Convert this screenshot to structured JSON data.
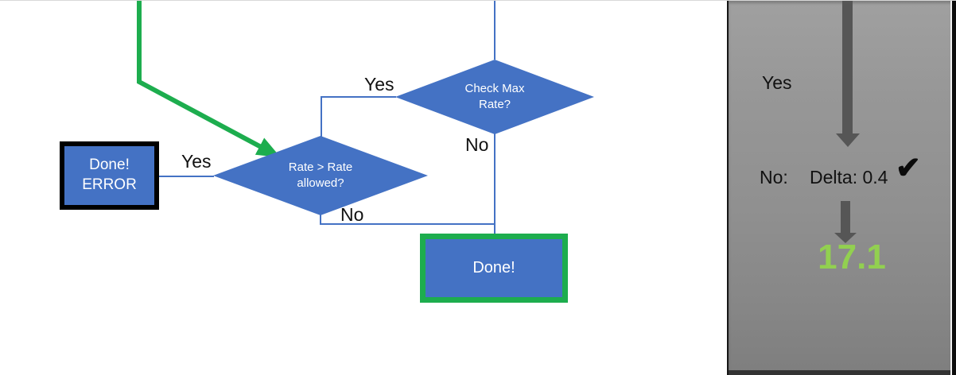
{
  "flowchart": {
    "nodes": {
      "check_max": {
        "label": "Check Max\nRate?"
      },
      "rate_allowed": {
        "label": "Rate > Rate\nallowed?"
      },
      "done_error": {
        "label": "Done!\nERROR"
      },
      "done": {
        "label": "Done!"
      }
    },
    "edge_labels": {
      "check_max_yes": "Yes",
      "check_max_no": "No",
      "rate_yes": "Yes",
      "rate_no": "No"
    }
  },
  "side_panel": {
    "yes_label": "Yes",
    "no_label": "No:",
    "delta_value": "Delta: 0.4",
    "check_icon": "✔",
    "result_value": "17.1"
  },
  "colors": {
    "shape_blue": "#4472C4",
    "flow_green": "#1DAD4E",
    "result_green": "#92D050",
    "arrow_gray": "#565656",
    "error_border_black": "#000000"
  }
}
